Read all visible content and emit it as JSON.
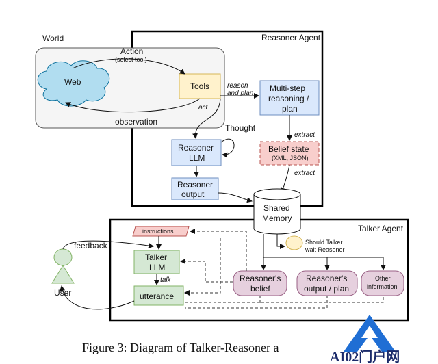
{
  "colors": {
    "blue_box": "#dae8fc",
    "blue_stroke": "#6c8ebf",
    "yellow_box": "#fff2cc",
    "yellow_stroke": "#d6b656",
    "red_box": "#f8cecc",
    "red_stroke": "#b85450",
    "purple_box": "#e6d0de",
    "purple_stroke": "#996185",
    "green_box": "#d5e8d4",
    "green_stroke": "#82b366",
    "world_bg": "#f5f5f5",
    "cloud": "#b1ddf0"
  },
  "regions": {
    "world": "World",
    "reasoner_agent": "Reasoner Agent",
    "talker_agent": "Talker Agent"
  },
  "nodes": {
    "web": "Web",
    "tools": "Tools",
    "multistep_1": "Multi-step",
    "multistep_2": "reasoning /",
    "multistep_3": "plan",
    "belief_state": "Belief state",
    "belief_state_sub": "(XML, JSON)",
    "reasoner_llm_1": "Reasoner",
    "reasoner_llm_2": "LLM",
    "reasoner_output_1": "Reasoner",
    "reasoner_output_2": "output",
    "shared_memory_1": "Shared",
    "shared_memory_2": "Memory",
    "instructions": "instructions",
    "talker_llm_1": "Talker",
    "talker_llm_2": "LLM",
    "utterance": "utterance",
    "user": "User",
    "reasoners_belief_1": "Reasoner's",
    "reasoners_belief_2": "belief",
    "reasoners_output_1": "Reasoner's",
    "reasoners_output_2": "output / plan",
    "other_info_1": "Other",
    "other_info_2": "information",
    "should_talker_wait_1": "Should Talker",
    "should_talker_wait_2": "wait Reasoner"
  },
  "edges": {
    "action": "Action",
    "select_tool": "(select tool)",
    "observation": "observation",
    "act": "act",
    "reason_and_plan_1": "reason",
    "reason_and_plan_2": "and plan",
    "thought": "Thought",
    "extract_1": "extract",
    "extract_2": "extract",
    "feedback": "feedback",
    "talk": "talk"
  },
  "caption": "Figure 3: Diagram of Talker-Reasoner a",
  "watermark": "AI02门户网"
}
